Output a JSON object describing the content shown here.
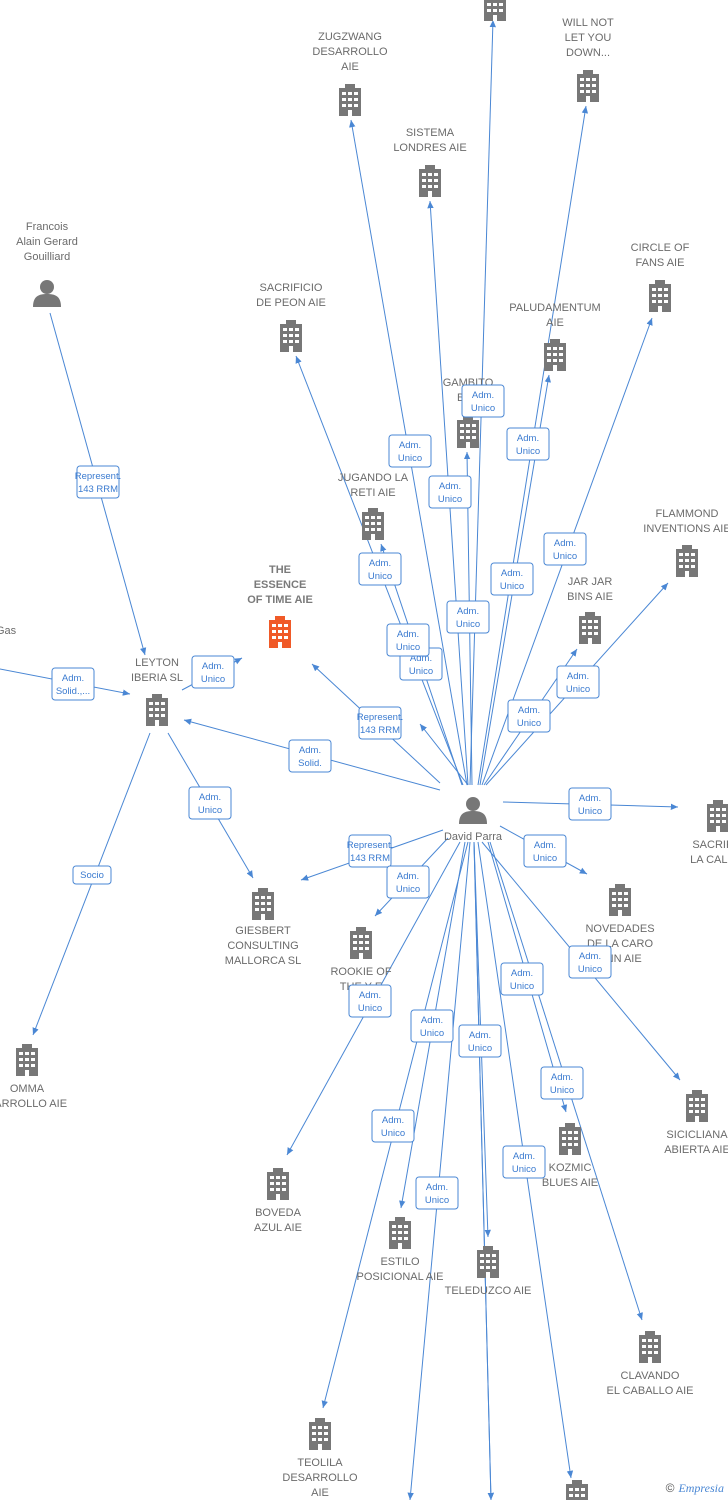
{
  "nodes": [
    {
      "id": "top_unnamed",
      "label": [],
      "type": "company"
    },
    {
      "id": "zugzwang",
      "label": [
        "ZUGZWANG",
        "DESARROLLO",
        "AIE"
      ],
      "type": "company"
    },
    {
      "id": "will_not",
      "label": [
        "WILL NOT",
        "LET YOU",
        "DOWN..."
      ],
      "type": "company"
    },
    {
      "id": "sistema",
      "label": [
        "SISTEMA",
        "LONDRES  AIE"
      ],
      "type": "company"
    },
    {
      "id": "francois",
      "label": [
        "Francois",
        "Alain Gerard",
        "Gouilliard"
      ],
      "type": "person"
    },
    {
      "id": "circle",
      "label": [
        "CIRCLE OF",
        "FANS  AIE"
      ],
      "type": "company"
    },
    {
      "id": "sacrificio_peon",
      "label": [
        "SACRIFICIO",
        "DE PEON  AIE"
      ],
      "type": "company"
    },
    {
      "id": "paludamentum",
      "label": [
        "PALUDAMENTUM",
        "AIE"
      ],
      "type": "company"
    },
    {
      "id": "gambito",
      "label": [
        "GAMBITO",
        "BEK"
      ],
      "type": "company"
    },
    {
      "id": "jugando",
      "label": [
        "JUGANDO LA",
        "RETI  AIE"
      ],
      "type": "company"
    },
    {
      "id": "flammond",
      "label": [
        "FLAMMOND",
        "INVENTIONS  AIE"
      ],
      "type": "company"
    },
    {
      "id": "essence",
      "label": [
        "THE",
        "ESSENCE",
        "OF TIME  AIE"
      ],
      "type": "company",
      "highlight": true
    },
    {
      "id": "jarjar",
      "label": [
        "JAR JAR",
        "BINS  AIE"
      ],
      "type": "company"
    },
    {
      "id": "gas",
      "label": [
        "Gas"
      ],
      "type": "text"
    },
    {
      "id": "leyton",
      "label": [
        "LEYTON",
        "IBERIA  SL"
      ],
      "type": "company"
    },
    {
      "id": "david",
      "label": [
        "David Parra"
      ],
      "type": "person"
    },
    {
      "id": "sacrificio_calidad",
      "label": [
        "SACRIFIC",
        "LA CALIDA"
      ],
      "type": "company"
    },
    {
      "id": "novedades",
      "label": [
        "NOVEDADES",
        "DE LA CARO",
        "ANN  AIE"
      ],
      "type": "company"
    },
    {
      "id": "giesbert",
      "label": [
        "GIESBERT",
        "CONSULTING",
        "MALLORCA  SL"
      ],
      "type": "company"
    },
    {
      "id": "rookie",
      "label": [
        "ROOKIE OF",
        "THE Y     E"
      ],
      "type": "company"
    },
    {
      "id": "omma",
      "label": [
        "OMMA",
        "SARROLLO AIE"
      ],
      "type": "company"
    },
    {
      "id": "siciliana",
      "label": [
        "SICICLIANA",
        "ABIERTA  AIE"
      ],
      "type": "company"
    },
    {
      "id": "kozmic",
      "label": [
        "KOZMIC",
        "BLUES  AIE"
      ],
      "type": "company"
    },
    {
      "id": "boveda",
      "label": [
        "BOVEDA",
        "AZUL  AIE"
      ],
      "type": "company"
    },
    {
      "id": "estilo",
      "label": [
        "ESTILO",
        "POSICIONAL  AIE"
      ],
      "type": "company"
    },
    {
      "id": "teleduzco",
      "label": [
        "TELEDUZCO  AIE"
      ],
      "type": "company"
    },
    {
      "id": "clavando",
      "label": [
        "CLAVANDO",
        "EL CABALLO  AIE"
      ],
      "type": "company"
    },
    {
      "id": "teolila",
      "label": [
        "TEOLILA",
        "DESARROLLO",
        "AIE"
      ],
      "type": "company"
    },
    {
      "id": "bottom_unnamed",
      "label": [],
      "type": "company"
    }
  ],
  "edges": [
    {
      "id": "e1",
      "label": [
        "Adm.",
        "Unico"
      ]
    },
    {
      "id": "e2",
      "label": [
        "Adm.",
        "Unico"
      ]
    },
    {
      "id": "e3",
      "label": [
        "Adm.",
        "Unico"
      ]
    },
    {
      "id": "e4",
      "label": [
        "Adm.",
        "Unico"
      ]
    },
    {
      "id": "e5",
      "label": [
        "Adm.",
        "Unico"
      ]
    },
    {
      "id": "e6",
      "label": [
        "Adm.",
        "Unico"
      ]
    },
    {
      "id": "e7",
      "label": [
        "Adm.",
        "Unico"
      ]
    },
    {
      "id": "e8",
      "label": [
        "Adm.",
        "Unico"
      ]
    },
    {
      "id": "e9",
      "label": [
        "Adm.",
        "Unico"
      ]
    },
    {
      "id": "e10",
      "label": [
        "Adm.",
        "Unico"
      ]
    },
    {
      "id": "e11",
      "label": [
        "Adm.",
        "Unico"
      ]
    },
    {
      "id": "e12",
      "label": [
        "Adm.",
        "Unico"
      ]
    },
    {
      "id": "e13",
      "label": [
        "Represent.",
        "143 RRM"
      ]
    },
    {
      "id": "e14",
      "label": [
        "Adm.",
        "Solid."
      ]
    },
    {
      "id": "e15",
      "label": [
        "Adm.",
        "Unico"
      ]
    },
    {
      "id": "e16",
      "label": [
        "Represent.",
        "143 RRM"
      ]
    },
    {
      "id": "e17",
      "label": [
        "Adm.",
        "Unico"
      ]
    },
    {
      "id": "e18",
      "label": [
        "Adm.",
        "Unico"
      ]
    },
    {
      "id": "e19",
      "label": [
        "Adm.",
        "Unico"
      ]
    },
    {
      "id": "e20",
      "label": [
        "Adm.",
        "Unico"
      ]
    },
    {
      "id": "e21",
      "label": [
        "Adm.",
        "Unico"
      ]
    },
    {
      "id": "e22",
      "label": [
        "Adm.",
        "Unico"
      ]
    },
    {
      "id": "e23",
      "label": [
        "Adm.",
        "Unico"
      ]
    },
    {
      "id": "e24",
      "label": [
        "Adm.",
        "Unico"
      ]
    },
    {
      "id": "e25",
      "label": [
        "Adm.",
        "Unico"
      ]
    },
    {
      "id": "e26",
      "label": [
        "Adm.",
        "Unico"
      ]
    },
    {
      "id": "e27",
      "label": [
        "Adm.",
        "Unico"
      ]
    },
    {
      "id": "e28",
      "label": []
    },
    {
      "id": "e29",
      "label": []
    },
    {
      "id": "f1",
      "label": [
        "Represent.",
        "143 RRM"
      ]
    },
    {
      "id": "l1",
      "label": [
        "Adm.",
        "Unico"
      ]
    },
    {
      "id": "l2",
      "label": [
        "Adm.",
        "Unico"
      ]
    },
    {
      "id": "l3",
      "label": [
        "Socio"
      ]
    },
    {
      "id": "g1",
      "label": [
        "Adm.",
        "Solid.,..."
      ]
    }
  ],
  "footer": {
    "copyright": "©",
    "brand": "Empresia"
  },
  "colors": {
    "edge": "#4a87d4",
    "node": "#777777",
    "highlight": "#f05a28"
  }
}
